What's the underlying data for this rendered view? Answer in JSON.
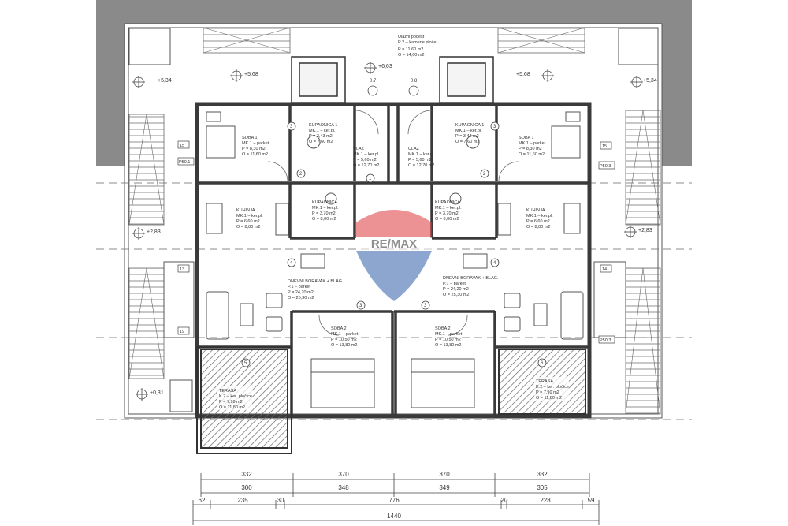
{
  "colors": {
    "roof": "#8a8a8a",
    "wall": "#3a3a3a",
    "line": "#555555",
    "terrace": "#6f6f6f",
    "watermark_red": "#e03a3e",
    "watermark_blue": "#2f5fa8"
  },
  "roof_label": {
    "line1": "Ulazni podest",
    "line2": "P 2 – kamene ploče",
    "line3": "P = 11,60 m2",
    "line4": "O = 14,60 m2"
  },
  "levels": {
    "top_left": "+5,68",
    "top_right": "+5,68",
    "far_left": "+5,34",
    "far_right": "+5,34",
    "center": "+6,63",
    "mid_left": "+2,83",
    "mid_right": "+2,83",
    "bottom_left": "+0,31"
  },
  "door_marks": [
    "0.7",
    "0.8"
  ],
  "rooms": {
    "soba1_left": {
      "name": "SOBA 1",
      "floor": "MK.1 – parket",
      "p": "P = 8,30 m2",
      "o": "O = 11,60 m2"
    },
    "kup1_left": {
      "name": "KUPAONICA 1",
      "floor": "MK.1 – ker.pl.",
      "p": "P = 3,43 m2",
      "o": "O = 7,60 m2"
    },
    "ulaz_left": {
      "name": "ULAZ",
      "floor": "MK.1 – ker.pl.",
      "p": "P = 5,60 m2",
      "o": "O = 12,70 m2"
    },
    "ulaz_right": {
      "name": "ULAZ",
      "floor": "MK.1 – ker.pl.",
      "p": "P = 5,60 m2",
      "o": "O = 12,70 m2"
    },
    "kup1_right": {
      "name": "KUPAONICA 1",
      "floor": "MK.1 – ker.pl.",
      "p": "P = 3,43 m2",
      "o": "O = 7,60 m2"
    },
    "soba1_right": {
      "name": "SOBA 1",
      "floor": "MK.1 – parket",
      "p": "P = 8,30 m2",
      "o": "O = 11,60 m2"
    },
    "kuhinja_left": {
      "name": "KUHINJA",
      "floor": "MK.1 – ker.pl.",
      "p": "P = 6,60 m2",
      "o": "O = 8,80 m2"
    },
    "kup_left": {
      "name": "KUPAONICA",
      "floor": "MK.1 – ker.pl.",
      "p": "P = 3,70 m2",
      "o": "O = 8,00 m2"
    },
    "kup_right": {
      "name": "KUPAONICA",
      "floor": "MK.1 – ker.pl.",
      "p": "P = 3,70 m2",
      "o": "O = 8,00 m2"
    },
    "kuhinja_right": {
      "name": "KUHINJA",
      "floor": "MK.1 – ker.pl.",
      "p": "P = 6,60 m2",
      "o": "O = 8,80 m2"
    },
    "dnevni_left": {
      "name": "DNEVNI BORAVAK + BLAG.",
      "floor": "P.1 – parket",
      "p": "P = 24,20 m2",
      "o": "O = 25,30 m2"
    },
    "dnevni_right": {
      "name": "DNEVNI BORAVAK + BLAG.",
      "floor": "P.1 – parket",
      "p": "P = 24,20 m2",
      "o": "O = 25,30 m2"
    },
    "soba2_left": {
      "name": "SOBA 2",
      "floor": "MK.1 – parket",
      "p": "P = 10,50 m2",
      "o": "O = 13,80 m2"
    },
    "soba2_right": {
      "name": "SOBA 2",
      "floor": "MK.1 – parket",
      "p": "P = 10,50 m2",
      "o": "O = 13,80 m2"
    },
    "terasa_left": {
      "name": "TERASA",
      "floor": "K.2 – ker. pločice",
      "p": "P = 7,90 m2",
      "o": "O = 11,80 m2"
    },
    "terasa_right": {
      "name": "TERASA",
      "floor": "K.2 – ker. pločice",
      "p": "P = 7,90 m2",
      "o": "O = 11,80 m2"
    }
  },
  "tags": {
    "t1": "1",
    "t2": "2",
    "t3": "3",
    "t4": "4",
    "t5": "5",
    "t6": "6"
  },
  "window_tags": {
    "w15": "15",
    "w13": "13",
    "w14": "14",
    "w19": "19",
    "p601": "P50.1",
    "p603": "P50.3"
  },
  "dims": {
    "row1": [
      "332",
      "370",
      "370",
      "332"
    ],
    "row2": [
      "300",
      "348",
      "349",
      "305"
    ],
    "row3": [
      "62",
      "235",
      "30",
      "776",
      "20",
      "228",
      "59"
    ],
    "total": "1440"
  },
  "watermark": {
    "text": "RE/MAX"
  }
}
